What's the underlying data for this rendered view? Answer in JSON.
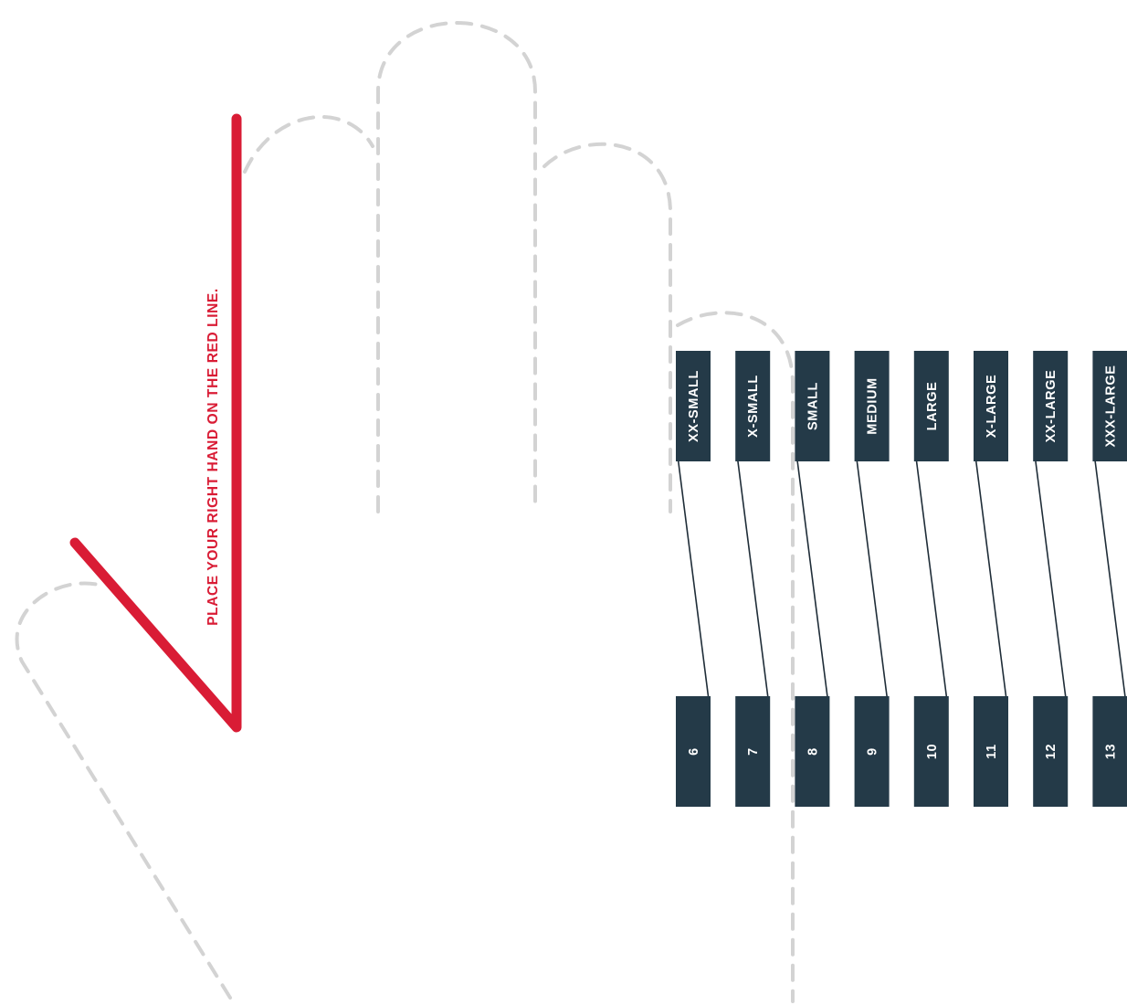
{
  "instruction": "PLACE YOUR RIGHT HAND ON THE RED LINE.",
  "colors": {
    "accent": "#d91c35",
    "tab": "#243a48",
    "outline": "#d3d3d3"
  },
  "sizes": [
    {
      "label": "XX-SMALL",
      "number": "6"
    },
    {
      "label": "X-SMALL",
      "number": "7"
    },
    {
      "label": "SMALL",
      "number": "8"
    },
    {
      "label": "MEDIUM",
      "number": "9"
    },
    {
      "label": "LARGE",
      "number": "10"
    },
    {
      "label": "X-LARGE",
      "number": "11"
    },
    {
      "label": "XX-LARGE",
      "number": "12"
    },
    {
      "label": "XXX-LARGE",
      "number": "13"
    }
  ]
}
